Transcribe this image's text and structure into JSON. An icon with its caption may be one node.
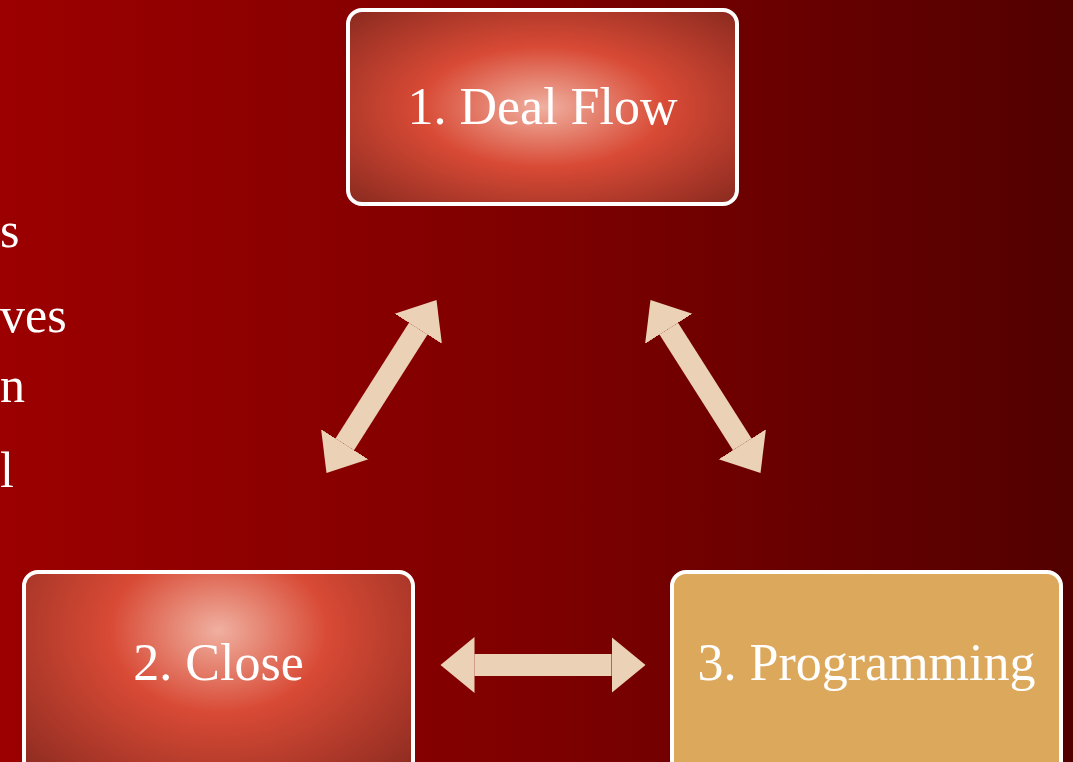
{
  "diagram": {
    "nodes": [
      {
        "text": [
          "1. Deal Flow"
        ]
      },
      {
        "text": [
          "2. Close"
        ]
      },
      {
        "text": [
          "3. Programming"
        ]
      }
    ],
    "edges": [
      {
        "from": 0,
        "to": 1,
        "arrow": "both"
      },
      {
        "from": 0,
        "to": 2,
        "arrow": "both"
      },
      {
        "from": 1,
        "to": 2,
        "arrow": "both"
      }
    ],
    "labels": [
      "s",
      "ves",
      "n",
      "l"
    ]
  }
}
